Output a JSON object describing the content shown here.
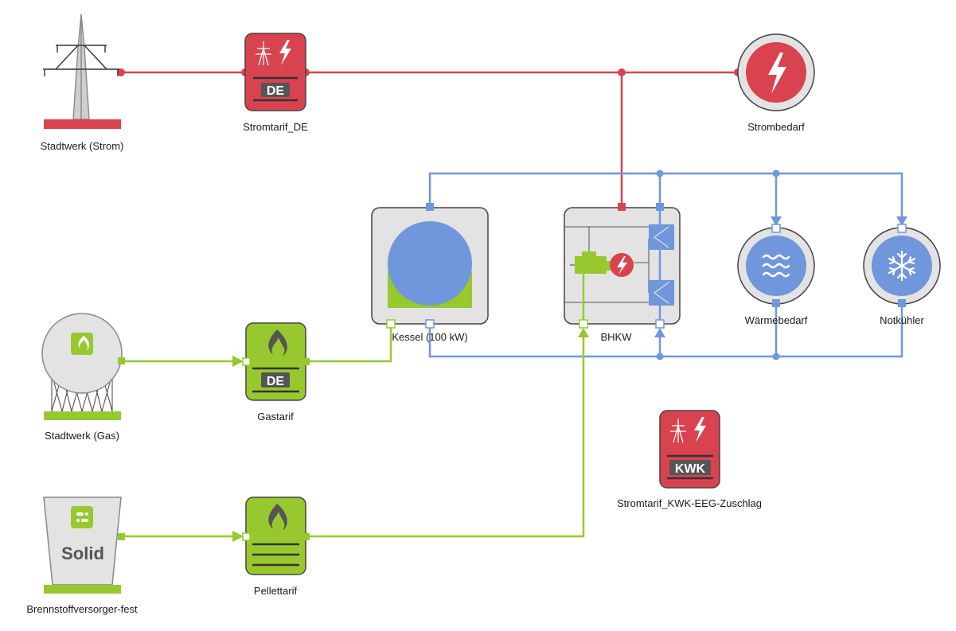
{
  "labels": {
    "stadtwerk_strom": "Stadtwerk (Strom)",
    "stromtarif_de": "Stromtarif_DE",
    "strombedarf": "Strombedarf",
    "kessel": "Kessel (100 kW)",
    "bhkw": "BHKW",
    "waermebedarf": "Wärmebedarf",
    "notkuehler": "Notkühler",
    "stadtwerk_gas": "Stadtwerk (Gas)",
    "gastarif": "Gastarif",
    "stromtarif_kwk": "Stromtarif_KWK-EEG-Zuschlag",
    "brennstoff": "Brennstoffversorger-fest",
    "pellettarif": "Pellettarif"
  },
  "badges": {
    "de_strom": "DE",
    "de_gas": "DE",
    "kwk": "KWK",
    "solid": "Solid"
  },
  "colors": {
    "electric": "#d9434f",
    "heat": "#7096dc",
    "fuel": "#97c92e",
    "component_bg": "#e3e3e3",
    "dark": "#333333"
  },
  "icons": {
    "power_tower": "power-tower-icon",
    "lightning": "lightning-icon",
    "flame": "flame-icon",
    "waves": "heat-waves-icon",
    "snowflake": "snowflake-icon"
  }
}
